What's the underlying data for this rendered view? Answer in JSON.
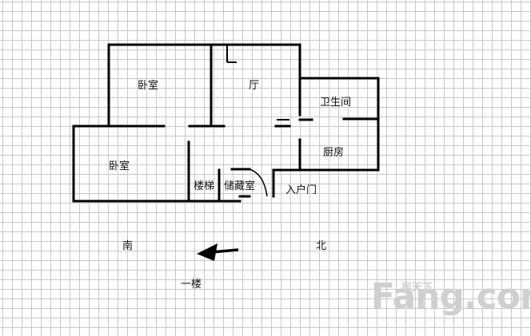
{
  "rooms": {
    "bedroom_top": "卧室",
    "living_room": "厅",
    "bathroom": "卫生间",
    "bedroom_left": "卧室",
    "kitchen": "厨房",
    "stairs": "楼梯",
    "storage": "储藏室",
    "entrance": "入户门"
  },
  "orientation": {
    "south": "南",
    "north": "北"
  },
  "floor_label": "一楼",
  "watermark": {
    "brand": "Fang.com",
    "chinese": "房天下"
  }
}
